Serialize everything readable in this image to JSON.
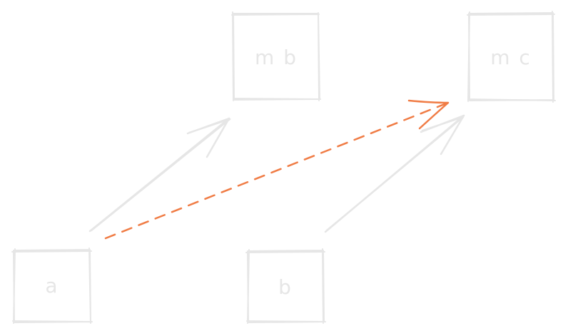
{
  "diagram": {
    "nodes": [
      {
        "id": "mb",
        "label": "m b"
      },
      {
        "id": "mc",
        "label": "m c"
      },
      {
        "id": "a",
        "label": "a"
      },
      {
        "id": "b",
        "label": "b"
      }
    ],
    "edges": [
      {
        "from": "a",
        "to": "mb",
        "style": "solid"
      },
      {
        "from": "b",
        "to": "mc",
        "style": "solid"
      },
      {
        "from": "a",
        "to": "mc",
        "style": "dashed",
        "highlighted": true
      }
    ],
    "colors": {
      "ink": "#e6e6e6",
      "highlight": "#f07c45",
      "background": "#ffffff"
    }
  }
}
